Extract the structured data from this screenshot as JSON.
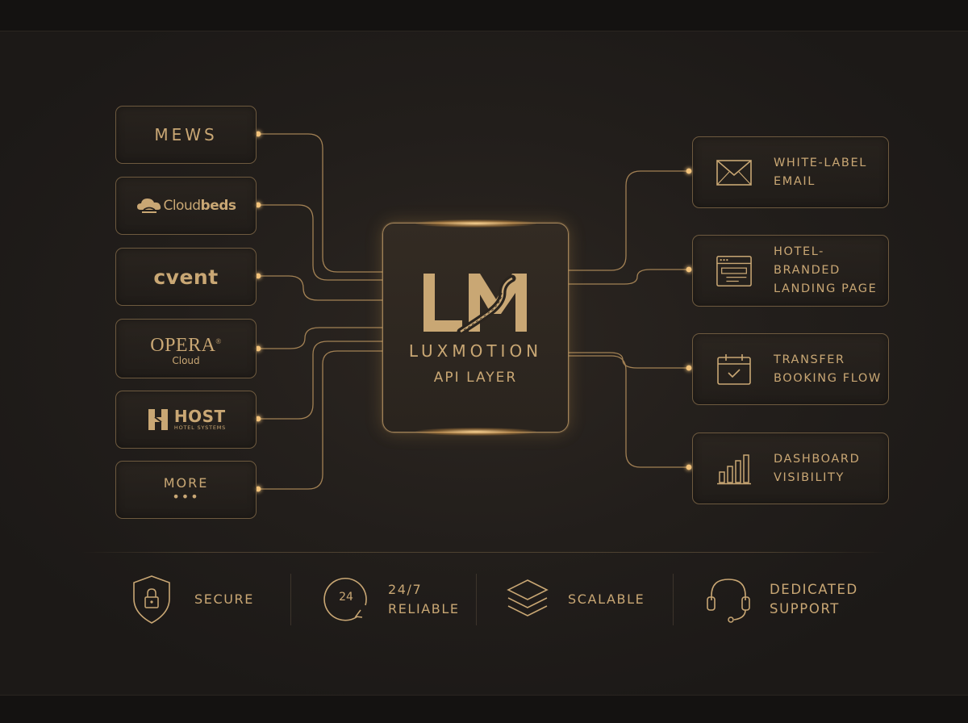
{
  "colors": {
    "accent": "#c9a774",
    "background": "#1e1b18",
    "border": "#6e5a3f"
  },
  "integrations": [
    {
      "name": "MEWS",
      "icon": "mews-logo"
    },
    {
      "name": "Cloud",
      "name_bold": "beds",
      "icon": "cloudbeds-logo"
    },
    {
      "name": "cvent",
      "icon": "cvent-logo"
    },
    {
      "name": "OPERA",
      "mark": "®",
      "sub": "Cloud",
      "icon": "opera-cloud-logo"
    },
    {
      "name": "HOST",
      "sub": "HOTEL SYSTEMS",
      "icon": "host-logo"
    },
    {
      "name": "MORE",
      "sub": "•••",
      "icon": "more-dots"
    }
  ],
  "hub": {
    "brand": "LUXMOTION",
    "subtitle": "API LAYER",
    "icon": "lm-road-logo"
  },
  "outputs": [
    {
      "line1": "WHITE-LABEL",
      "line2": "EMAIL",
      "icon": "envelope-icon"
    },
    {
      "line1": "HOTEL-BRANDED",
      "line2": "LANDING PAGE",
      "icon": "browser-window-icon"
    },
    {
      "line1": "TRANSFER",
      "line2": "BOOKING FLOW",
      "icon": "calendar-check-icon"
    },
    {
      "line1": "DASHBOARD",
      "line2": "VISIBILITY",
      "icon": "bar-chart-icon"
    }
  ],
  "features": [
    {
      "label": "SECURE",
      "icon": "shield-lock-icon"
    },
    {
      "label1": "24/7",
      "label2": "RELIABLE",
      "badge": "24",
      "icon": "clock-24-icon"
    },
    {
      "label": "SCALABLE",
      "icon": "layers-icon"
    },
    {
      "label1": "DEDICATED",
      "label2": "SUPPORT",
      "icon": "headset-icon"
    }
  ]
}
